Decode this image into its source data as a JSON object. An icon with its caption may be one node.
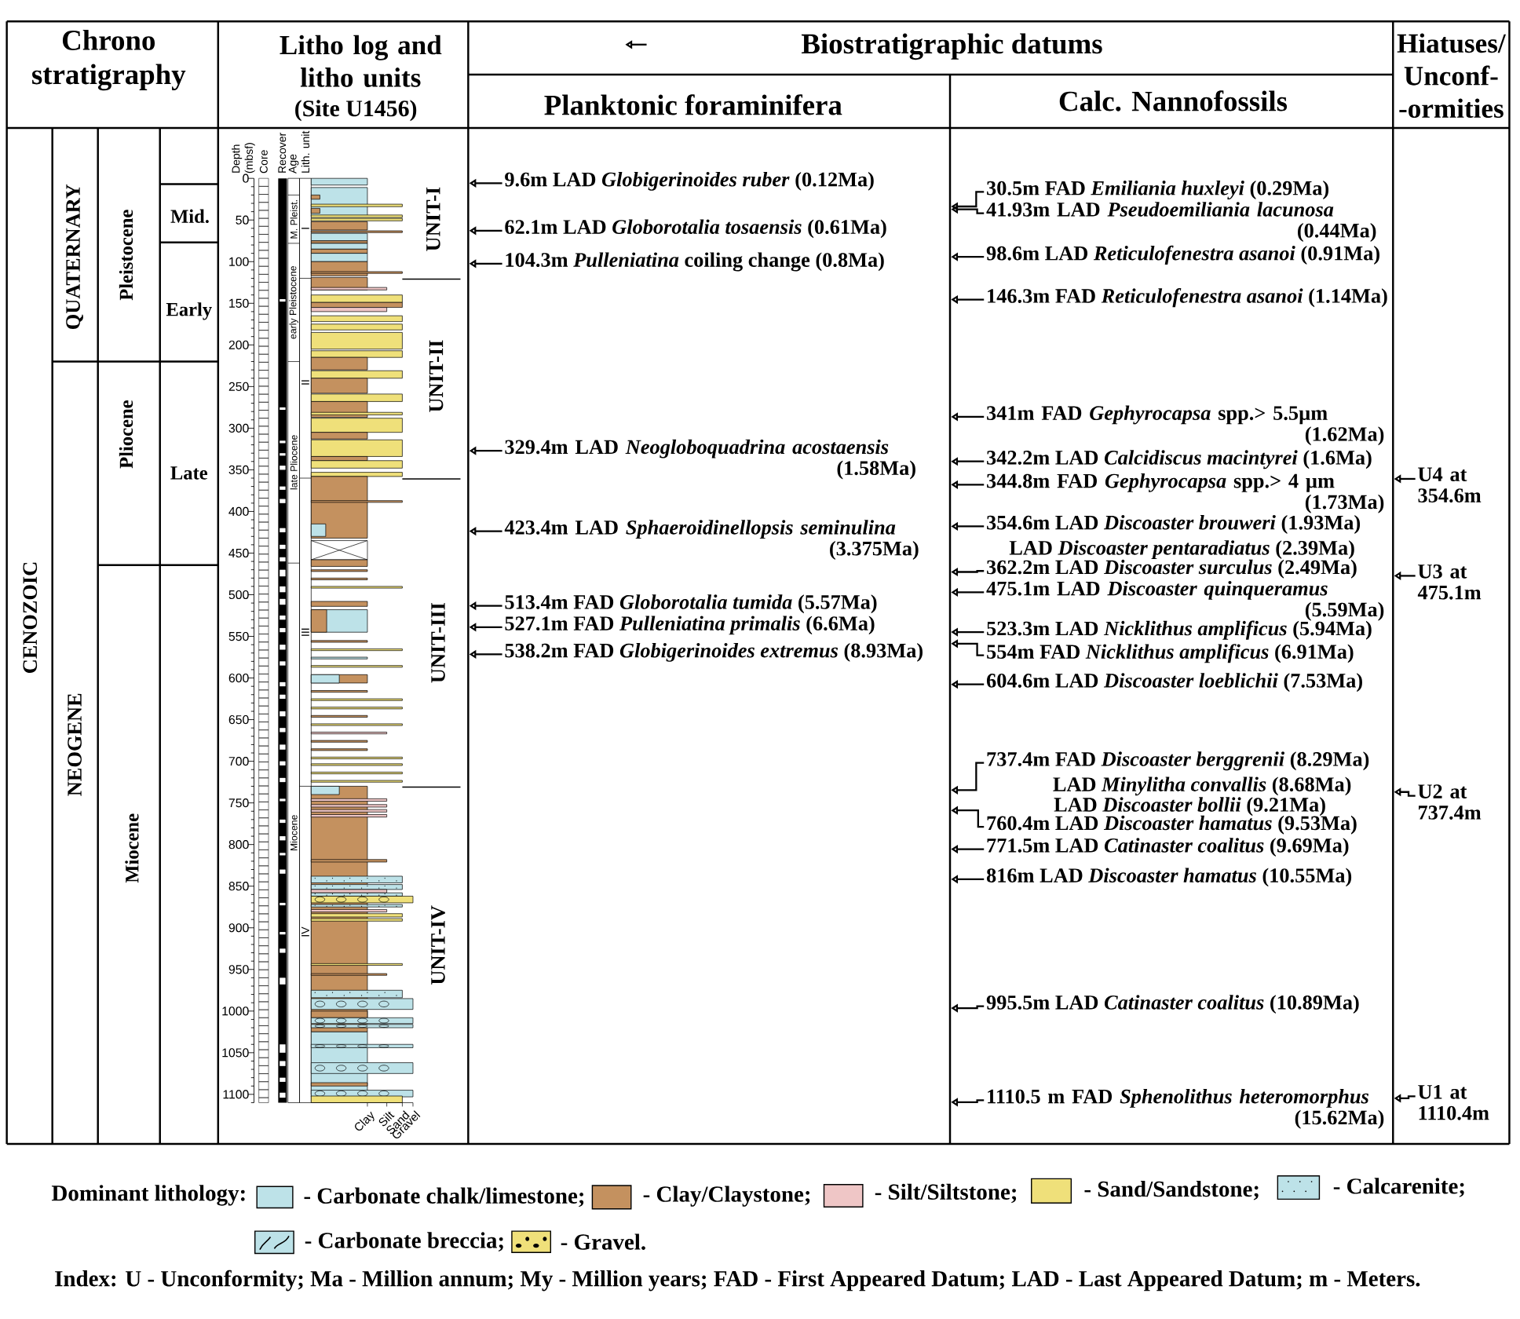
{
  "diagram": {
    "nodes": [
      {
        "text": [
          "9.6m LAD *Globigerinoides ruber* (0.12Ma)"
        ]
      },
      {
        "text": [
          "62.1m LAD *Globorotalia tosaensis* (0.61Ma)"
        ]
      },
      {
        "text": [
          "104.3m *Pulleniatina* coiling change (0.8Ma)"
        ]
      },
      {
        "text": [
          "329.4m LAD *Neogloboquadrina acostaensis* (1.58Ma)"
        ]
      },
      {
        "text": [
          "423.4m LAD *Sphaeroidinellopsis seminulina* (3.375Ma)"
        ]
      },
      {
        "text": [
          "513.4m FAD *Globorotalia tumida* (5.57Ma)"
        ]
      },
      {
        "text": [
          "527.1m FAD *Pulleniatina primalis* (6.6Ma)"
        ]
      },
      {
        "text": [
          "538.2m FAD *Globigerinoides extremus* (8.93Ma)"
        ]
      },
      {
        "text": [
          "30.5m FAD *Emiliania huxleyi* (0.29Ma)"
        ]
      },
      {
        "text": [
          "41.93m LAD *Pseudoemiliania lacunosa* (0.44Ma)"
        ]
      },
      {
        "text": [
          "98.6m LAD *Reticulofenestra asanoi* (0.91Ma)"
        ]
      },
      {
        "text": [
          "146.3m FAD *Reticulofenestra asanoi* (1.14Ma)"
        ]
      },
      {
        "text": [
          "341m FAD *Gephyrocapsa* spp.> 5.5µm (1.62Ma)"
        ]
      },
      {
        "text": [
          "342.2m LAD *Calcidiscus macintyrei* (1.6Ma)"
        ]
      },
      {
        "text": [
          "344.8m FAD *Gephyrocapsa* spp.> 4 µm (1.73Ma)"
        ]
      },
      {
        "text": [
          "354.6m LAD *Discoaster brouweri* (1.93Ma)"
        ]
      },
      {
        "text": [
          "362.2m LAD *Discoaster surculus* (2.49Ma)"
        ]
      },
      {
        "text": [
          "475.1m LAD *Discoaster quinqueramus* (5.59Ma)"
        ]
      },
      {
        "text": [
          "523.3m LAD *Nicklithus amplificus* (5.94Ma)"
        ]
      },
      {
        "text": [
          "554m FAD *Nicklithus amplificus* (6.91Ma)"
        ]
      },
      {
        "text": [
          "604.6m LAD *Discoaster loeblichii* (7.53Ma)"
        ]
      },
      {
        "text": [
          "737.4m FAD *Discoaster berggrenii* (8.29Ma)"
        ]
      },
      {
        "text": [
          "760.4m LAD *Discoaster hamatus* (9.53Ma)"
        ]
      },
      {
        "text": [
          "771.5m LAD *Catinaster coalitus* (9.69Ma)"
        ]
      },
      {
        "text": [
          "816m LAD *Discoaster hamatus* (10.55Ma)"
        ]
      },
      {
        "text": [
          "995.5m LAD *Catinaster coalitus* (10.89Ma)"
        ]
      },
      {
        "text": [
          "1110.5 m FAD *Sphenolithus heteromorphus* (15.62Ma)"
        ]
      },
      {
        "text": [
          "U4 at 354.6m"
        ]
      },
      {
        "text": [
          "U3 at 475.1m"
        ]
      },
      {
        "text": [
          "U2 at 737.4m"
        ]
      },
      {
        "text": [
          "U1 at 1110.4m"
        ]
      }
    ],
    "edges": [
      {
        "from": 0,
        "to": null,
        "arrow": "to"
      },
      {
        "from": 1,
        "to": null,
        "arrow": "to"
      },
      {
        "from": 2,
        "to": null,
        "arrow": "to"
      },
      {
        "from": 3,
        "to": null,
        "arrow": "to"
      },
      {
        "from": 4,
        "to": null,
        "arrow": "to"
      },
      {
        "from": 5,
        "to": null,
        "arrow": "to"
      },
      {
        "from": 6,
        "to": null,
        "arrow": "to"
      },
      {
        "from": 7,
        "to": null,
        "arrow": "to"
      },
      {
        "from": 8,
        "to": null,
        "arrow": "to"
      },
      {
        "from": 9,
        "to": null,
        "arrow": "to"
      },
      {
        "from": 10,
        "to": null,
        "arrow": "to"
      },
      {
        "from": 11,
        "to": null,
        "arrow": "to"
      },
      {
        "from": 12,
        "to": null,
        "arrow": "to"
      },
      {
        "from": 13,
        "to": null,
        "arrow": "to"
      },
      {
        "from": 14,
        "to": null,
        "arrow": "to"
      },
      {
        "from": 15,
        "to": null,
        "arrow": "to"
      },
      {
        "from": 16,
        "to": null,
        "arrow": "to"
      },
      {
        "from": 17,
        "to": null,
        "arrow": "to"
      },
      {
        "from": 18,
        "to": null,
        "arrow": "to"
      },
      {
        "from": 19,
        "to": null,
        "arrow": "to"
      },
      {
        "from": 20,
        "to": null,
        "arrow": "to"
      },
      {
        "from": 21,
        "to": null,
        "arrow": "to"
      },
      {
        "from": 22,
        "to": null,
        "arrow": "to"
      },
      {
        "from": 23,
        "to": null,
        "arrow": "to"
      },
      {
        "from": 24,
        "to": null,
        "arrow": "to"
      },
      {
        "from": 25,
        "to": null,
        "arrow": "to"
      },
      {
        "from": 26,
        "to": null,
        "arrow": "to"
      },
      {
        "from": 27,
        "to": null,
        "arrow": "to"
      },
      {
        "from": 28,
        "to": null,
        "arrow": "to"
      },
      {
        "from": 29,
        "to": null,
        "arrow": "to"
      },
      {
        "from": 30,
        "to": null,
        "arrow": "to"
      }
    ],
    "labels": [
      "Chrono stratigraphy",
      "Litho log and litho units",
      "(Site U1456)",
      "Biostratigraphic datums",
      "Hiatuses/ Unconf- -ormities",
      "Planktonic foraminifera",
      "Calc. Nannofossils",
      "CENOZOIC",
      "QUATERNARY",
      "NEOGENE",
      "Pleistocene",
      "Pliocene",
      "Miocene",
      "Mid.",
      "Early",
      "Late",
      "Depth (mbsf)",
      "Core",
      "Recover",
      "Age",
      "Lith. unit",
      "0",
      "50",
      "100",
      "150",
      "200",
      "250",
      "300",
      "350",
      "400",
      "450",
      "500",
      "550",
      "600",
      "650",
      "700",
      "750",
      "800",
      "850",
      "900",
      "950",
      "1000",
      "1050",
      "1100",
      "M. Pleist.",
      "early Pleistocene",
      "late Pliocene",
      "Miocene",
      "I",
      "II",
      "III",
      "IV",
      "Clay",
      "Silt",
      "Sand",
      "Gravel",
      "UNIT-I",
      "UNIT-II",
      "UNIT-III",
      "UNIT-IV",
      "LAD *Discoaster pentaradiatus* (2.39Ma)",
      "LAD *Minylitha convallis* (8.68Ma)",
      "LAD *Discoaster bollii* (9.21Ma)",
      "Dominant lithology:",
      "Index: U - Unconformity; Ma - Million annum; My - Million years; FAD - First Appeared Datum; LAD - Last Appeared Datum; m - Meters."
    ],
    "legend": [
      {
        "text": "- Carbonate chalk/limestone;",
        "color": "#bde2e8"
      },
      {
        "text": "- Clay/Claystone;",
        "color": "#c4915f"
      },
      {
        "text": "- Silt/Siltstone;",
        "color": "#efc6c6"
      },
      {
        "text": "- Sand/Sandstone;",
        "color": "#efe07a"
      },
      {
        "text": "- Calcarenite;",
        "color": "#bde2e8"
      },
      {
        "text": "- Carbonate breccia;",
        "color": "#bde2e8"
      },
      {
        "text": "- Gravel.",
        "color": "#efe07a"
      }
    ]
  }
}
